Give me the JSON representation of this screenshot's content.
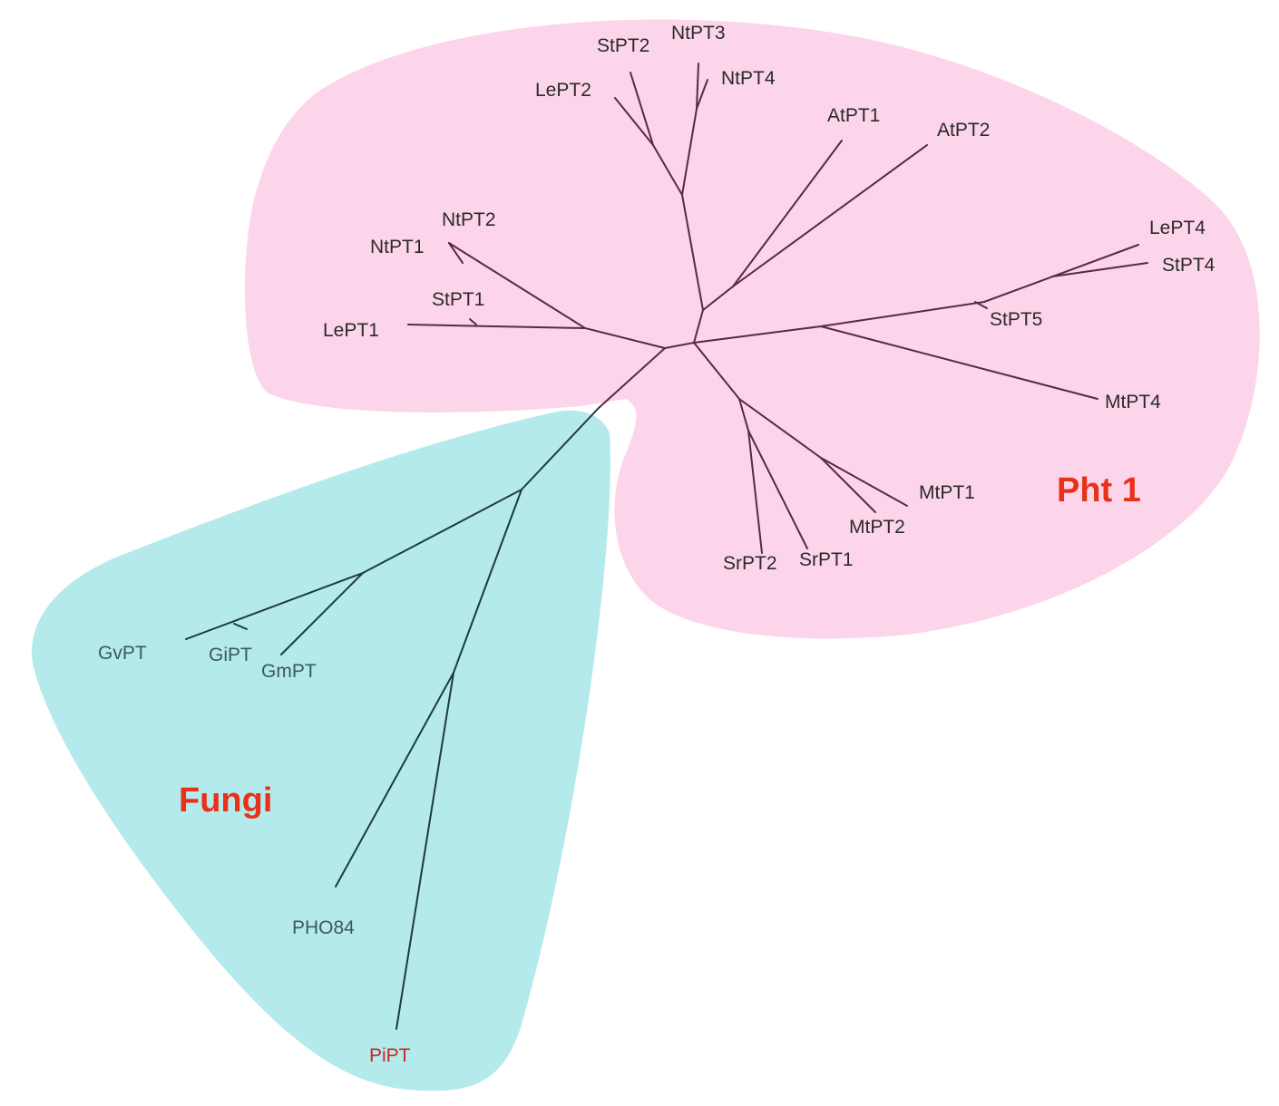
{
  "groups": {
    "pht1": {
      "label": "Pht 1",
      "fill": "#fdd5ea",
      "label_color": "#e8311a"
    },
    "fungi": {
      "label": "Fungi",
      "fill": "#b4eaec",
      "label_color": "#e8311a"
    }
  },
  "colors": {
    "plant_branch": "#5b2843",
    "fungi_branch": "#1d3b3b",
    "plant_label": "#2a2a2a",
    "fungi_label": "#3a5a5a",
    "highlight_label": "#c8281e"
  },
  "leaves": {
    "StPT2": "StPT2",
    "NtPT3": "NtPT3",
    "NtPT4": "NtPT4",
    "LePT2": "LePT2",
    "AtPT1": "AtPT1",
    "AtPT2": "AtPT2",
    "NtPT2": "NtPT2",
    "NtPT1": "NtPT1",
    "StPT1": "StPT1",
    "LePT1": "LePT1",
    "LePT4": "LePT4",
    "StPT4": "StPT4",
    "StPT5": "StPT5",
    "MtPT4": "MtPT4",
    "MtPT1": "MtPT1",
    "MtPT2": "MtPT2",
    "SrPT2": "SrPT2",
    "SrPT1": "SrPT1",
    "GvPT": "GvPT",
    "GiPT": "GiPT",
    "GmPT": "GmPT",
    "PHO84": "PHO84",
    "PiPT": "PiPT"
  }
}
